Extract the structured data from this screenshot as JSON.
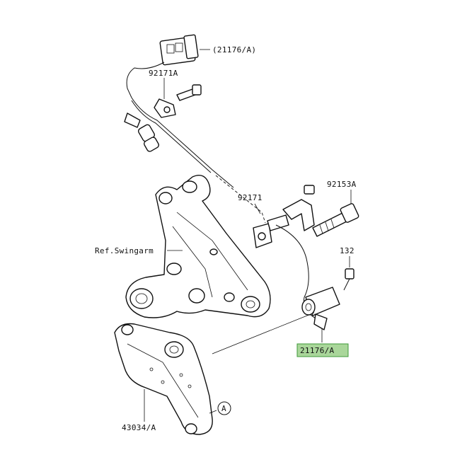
{
  "callouts": {
    "connector_ref": "(21176/A)",
    "clamp_top": "92171A",
    "bolt_right": "92153A",
    "clamp_mid": "92171",
    "ref_swingarm": "Ref.Swingarm",
    "screw_small": "132",
    "sensor_highlight": "21176/A",
    "bracket": "43034/A",
    "marker_a": "A"
  },
  "colors": {
    "highlight_fill": "#a9d69a",
    "highlight_stroke": "#3f9a3a",
    "ink": "#111111"
  }
}
